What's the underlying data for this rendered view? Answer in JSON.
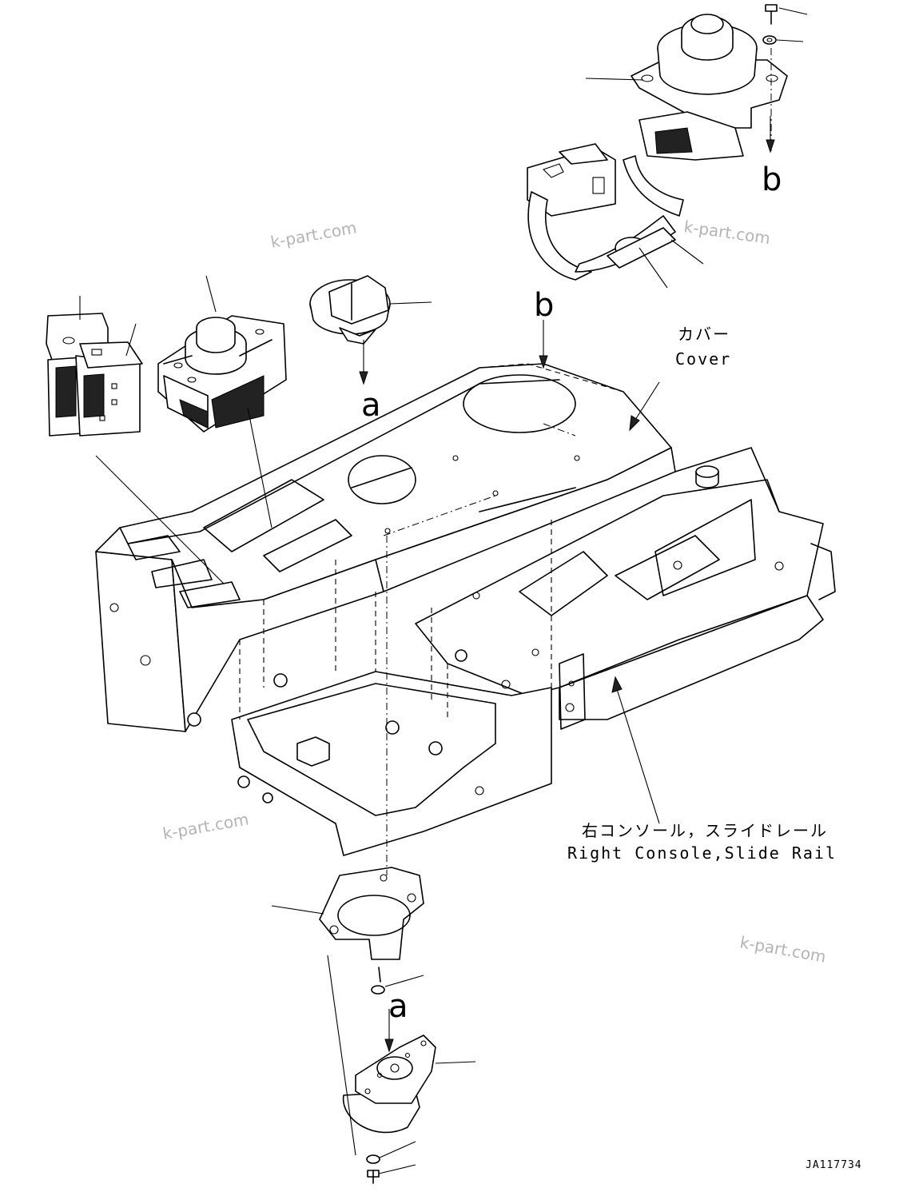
{
  "labels": {
    "cover_jp": "カバー",
    "cover_en": "Cover",
    "console_jp": "右コンソール，スライドレール",
    "console_en": "Right Console,Slide Rail"
  },
  "view_markers": {
    "a_top": "a",
    "a_bottom": "a",
    "b_top": "b",
    "b_middle": "b"
  },
  "watermarks": [
    "k-part.com",
    "k-part.com",
    "k-part.com",
    "k-part.com"
  ],
  "drawing_code": "JA117734"
}
